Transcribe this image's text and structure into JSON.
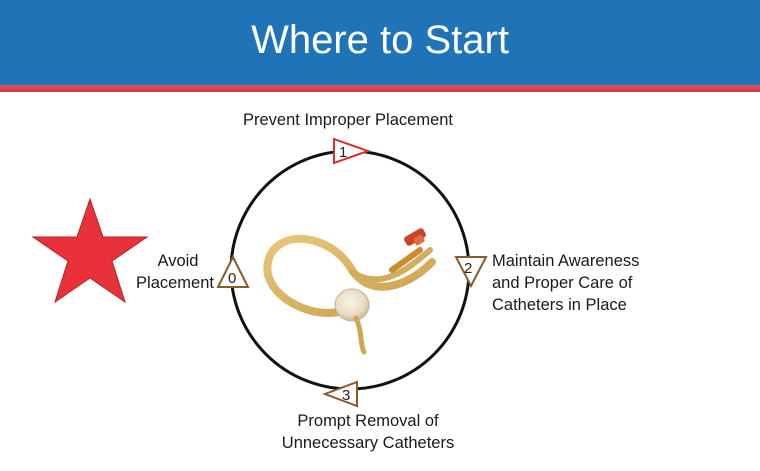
{
  "title": "Where to Start",
  "colors": {
    "banner": "#1f73b7",
    "stripe": "#d6434f",
    "star": "#e8313a",
    "triangle_red": "#d63030",
    "triangle_brown": "#8a5a2b",
    "circle": "#111111"
  },
  "steps": [
    {
      "number": "0",
      "label_lines": [
        "Avoid",
        "Placement"
      ]
    },
    {
      "number": "1",
      "label_lines": [
        "Prevent Improper Placement"
      ]
    },
    {
      "number": "2",
      "label_lines": [
        "Maintain Awareness",
        "and Proper Care of",
        "Catheters in Place"
      ]
    },
    {
      "number": "3",
      "label_lines": [
        "Prompt Removal of",
        "Unnecessary Catheters"
      ]
    }
  ],
  "icons": [
    "star-icon",
    "catheter-image"
  ]
}
